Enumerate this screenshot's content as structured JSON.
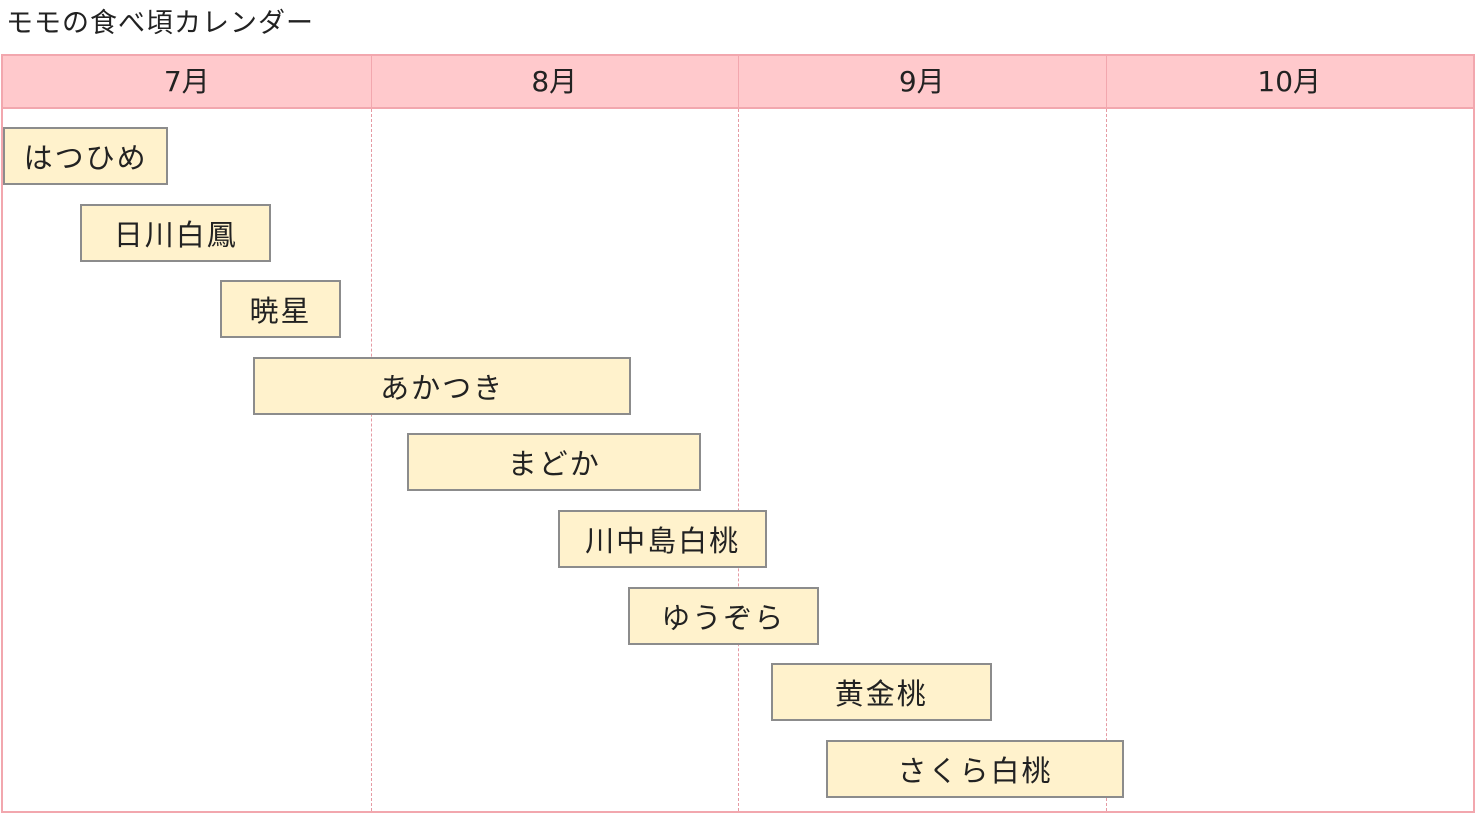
{
  "title": "モモの食べ頃カレンダー",
  "chart_data": {
    "type": "bar",
    "orientation": "horizontal-timeline",
    "x_axis_unit": "month",
    "months": [
      "7月",
      "8月",
      "9月",
      "10月"
    ],
    "grid": true,
    "series": [
      {
        "label": "はつひめ",
        "start": 0.0,
        "end": 0.45
      },
      {
        "label": "日川白鳳",
        "start": 0.21,
        "end": 0.73
      },
      {
        "label": "暁星",
        "start": 0.59,
        "end": 0.92
      },
      {
        "label": "あかつき",
        "start": 0.68,
        "end": 1.71
      },
      {
        "label": "まどか",
        "start": 1.1,
        "end": 1.9
      },
      {
        "label": "川中島白桃",
        "start": 1.51,
        "end": 2.08
      },
      {
        "label": "ゆうぞら",
        "start": 1.7,
        "end": 2.22
      },
      {
        "label": "黄金桃",
        "start": 2.09,
        "end": 2.69
      },
      {
        "label": "さくら白桃",
        "start": 2.24,
        "end": 3.05
      }
    ]
  },
  "colors": {
    "header_bg": "#ffc9cc",
    "frame_border": "#f2a7ae",
    "bar_fill": "#fff2cc",
    "bar_border": "#8c8c8c"
  }
}
